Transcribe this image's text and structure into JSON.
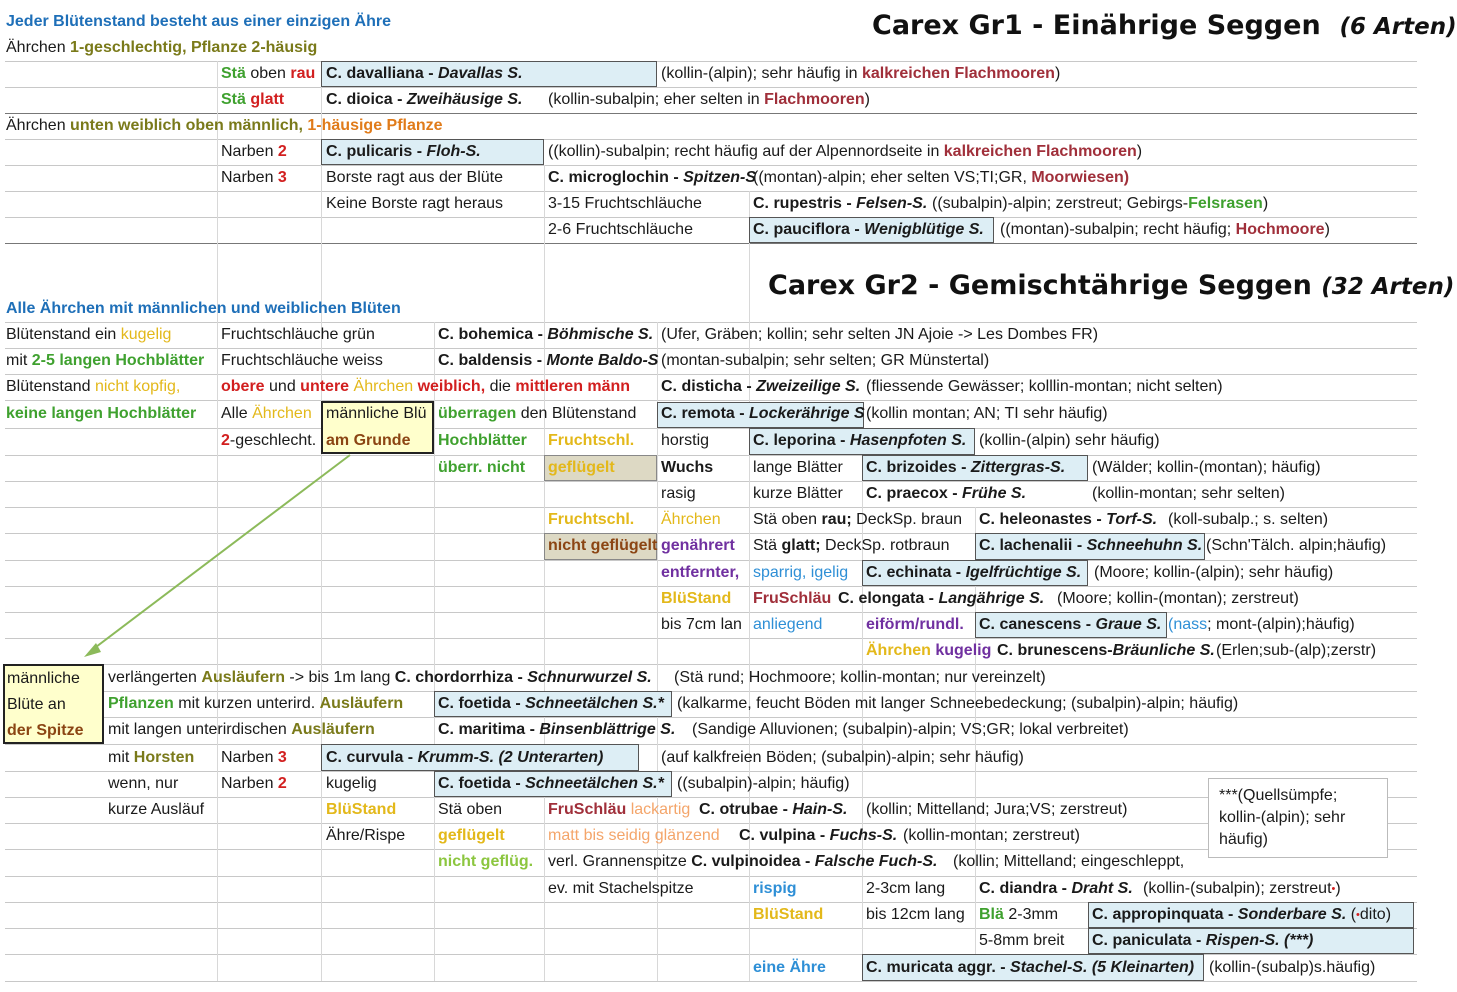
{
  "gr1": {
    "title": "Carex Gr1 - Einährige Seggen",
    "title_count": "(6 Arten)",
    "intro": "Jeder Blütenstand besteht aus einer einzigen Ähre",
    "row1_a": "Ährchen ",
    "row1_b": "1-geschlechtig, Pflanze 2-häusig",
    "r2_a": "Stä",
    "r2_b": " oben ",
    "r2_c": "rau",
    "r2_sp": "C. davalliana - ",
    "r2_spi": "Davallas S.",
    "r2_d1": "(kollin-(alpin); sehr häufig in ",
    "r2_d2": "kalkreichen Flachmooren",
    "r2_d3": ")",
    "r3_a": "Stä ",
    "r3_b": "glatt",
    "r3_sp": "C. dioica - ",
    "r3_spi": "Zweihäusige S.",
    "r3_d1": "(kollin-subalpin; eher selten in ",
    "r3_d2": "Flachmooren",
    "r3_d3": ")",
    "r4_a": "Ährchen ",
    "r4_b": "unten weiblich oben männlich, ",
    "r4_c": "1-häusige Pflanze",
    "r5_a": "Narben ",
    "r5_b": "2",
    "r5_sp": "C. pulicaris - ",
    "r5_spi": "Floh-S.",
    "r5_d1": "((kollin)-subalpin; recht häufig auf der Alpennordseite in ",
    "r5_d2": "kalkreichen Flachmooren",
    "r5_d3": ")",
    "r6_a": "Narben ",
    "r6_b": "3",
    "r6_c": "Borste ragt aus der Blüte",
    "r6_sp": "C. microglochin - ",
    "r6_spi": "Spitzen-S",
    "r6_d1": "((montan)-alpin; eher selten VS;TI;GR, ",
    "r6_d2": "Moorwiesen)",
    "r7_c": "Keine Borste ragt heraus",
    "r7_d": "3-15 Fruchtschläuche",
    "r7_sp": "C. rupestris - ",
    "r7_spi": "Felsen-S.",
    "r7_e1": "((subalpin)-alpin; zerstreut; Gebirgs-",
    "r7_e2": "Felsrasen",
    "r7_e3": ")",
    "r8_d": "2-6 Fruchtschläuche",
    "r8_sp": "C. pauciflora - ",
    "r8_spi": "Wenigblütige S.",
    "r8_e1": "((montan)-subalpin; recht häufig; ",
    "r8_e2": "Hochmoore",
    "r8_e3": ")"
  },
  "gr2": {
    "title": "Carex Gr2 - Gemischtährige Seggen",
    "title_count": "(32 Arten)",
    "intro": "Alle Ährchen mit männlichen und weiblichen Blüten",
    "a1": "Blütenstand ein ",
    "a1b": "kugelig",
    "a1c": "Fruchtschläuche grün",
    "a1sp": "C. bohemica - ",
    "a1spi": "Böhmische S.",
    "a1d": "(Ufer, Gräben; kollin; sehr selten JN Ajoie -> Les Dombes FR)",
    "a2": "mit ",
    "a2b": "2-5 langen Hochblätter",
    "a2c": "Fruchtschläuche weiss",
    "a2sp": "C. baldensis - ",
    "a2spi": "Monte Baldo-S",
    "a2d": "(montan-subalpin; sehr selten; GR Münstertal)",
    "a3": "Blütenstand ",
    "a3b": "nicht kopfig,",
    "a3c": "obere",
    "a3d": " und ",
    "a3e": "untere",
    "a3f": " Ährchen",
    "a3g": " weiblich,",
    "a3h": " die ",
    "a3i": "mittleren männ",
    "a3sp": "C. disticha - ",
    "a3spi": "Zweizeilige S.",
    "a3j": "(fliessende Gewässer; kolllin-montan; nicht selten)",
    "a4": "keine langen Hochblätter",
    "a4b": "Alle ",
    "a4c": "Ährchen",
    "a4d": "männliche Blü",
    "a4e": "überragen",
    "a4f": " den Blütenstand",
    "a4sp": "C. remota - ",
    "a4spi": "Lockerährige S",
    "a4g": "(kollin montan; AN; TI sehr häufig)",
    "a5": "2",
    "a5b": "-geschlecht.",
    "a5c": "am Grunde",
    "a5d": "Hochblätter",
    "a5e": "Fruchtschl.",
    "a5f": "horstig",
    "a5sp": "C. leporina - ",
    "a5spi": "Hasenpfoten S.",
    "a5g": "(kollin-(alpin) sehr häufig)",
    "a6": "überr. nicht",
    "a6b": "geflügelt",
    "a6c": "Wuchs",
    "a6d": "lange Blätter",
    "a6sp": "C. brizoides - ",
    "a6spi": "Zittergras-S.",
    "a6e": "(Wälder; kollin-(montan); häufig)",
    "a7": "rasig",
    "a7b": "kurze Blätter",
    "a7sp": "C. praecox - ",
    "a7spi": "Frühe S.",
    "a7c": "(kollin-montan; sehr selten)",
    "a8": "Fruchtschl.",
    "a8b": "Ährchen",
    "a8c": "Stä oben ",
    "a8d": "rau;",
    "a8e": " DeckSp. braun",
    "a8sp": "C. heleonastes - ",
    "a8spi": "Torf-S.",
    "a8f": "(koll-subalp.; s. selten)",
    "a9": "nicht geflügelt",
    "a9b": "genährert",
    "a9c": "Stä ",
    "a9d": "glatt;",
    "a9e": " DeckSp. rotbraun",
    "a9sp": "C. lachenalii - ",
    "a9spi": "Schneehuhn S.",
    "a9f": "(Schn'Tälch. alpin;häufig)",
    "a10": "entfernter,",
    "a10b": "sparrig, igelig",
    "a10sp": "C. echinata - ",
    "a10spi": "Igelfrüchtige S.",
    "a10c": "(Moore; kollin-(alpin); sehr häufig)",
    "a11": "BlüStand",
    "a11b": "FruSchläu",
    "a11sp": "C. elongata - ",
    "a11spi": "Langährige S.",
    "a11c": "(Moore; kollin-(montan); zerstreut)",
    "a12": "bis 7cm lan",
    "a12b": "anliegend",
    "a12c": "eiförm/rundl.",
    "a12sp": "C. canescens - ",
    "a12spi": "Graue S.",
    "a12d": "(nass",
    "a12e": "; mont-(alpin);häufig)",
    "a13": "Ährchen ",
    "a13b": "kugelig",
    "a13sp": "C. brunescens-",
    "a13spi": "Bräunliche S.",
    "a13c": "(Erlen;sub-(alp);zerstr)",
    "m1": "männliche",
    "m2": "Blüte an",
    "m3": "der Spitze",
    "b1": "verlängerten ",
    "b1b": "Ausläufern",
    "b1c": " -> bis 1m lang ",
    "b1sp": "C. chordorrhiza - ",
    "b1spi": "Schnurwurzel S.",
    "b1d": "(Stä rund; Hochmoore; kollin-montan; nur vereinzelt)",
    "b2": "Pflanzen",
    "b2b": " mit kurzen unterird. ",
    "b2c": "Ausläufern",
    "b2sp": "C. foetida - ",
    "b2spi": "Schneetälchen S.*",
    "b2d": "(kalkarme, feucht Böden mit langer Schneebedeckung; (subalpin)-alpin; häufig)",
    "b3": "mit langen unterirdischen ",
    "b3b": "Ausläufern",
    "b3sp": "C. maritima - ",
    "b3spi": "Binsenblättrige S.",
    "b3c": "(Sandige Alluvionen; (subalpin)-alpin; VS;GR; lokal verbreitet)",
    "b4": "mit ",
    "b4b": "Horsten",
    "b4c": "Narben ",
    "b4d": "3",
    "b4sp": "C. curvula - ",
    "b4spi": "Krumm-S. (2 Unterarten)",
    "b4e": "(auf kalkfreien Böden; (subalpin)-alpin; sehr häufig)",
    "b5": "wenn, nur",
    "b5b": "Narben ",
    "b5c": "2",
    "b5d": "kugelig",
    "b5sp": "C. foetida - ",
    "b5spi": "Schneetälchen S.*",
    "b5e": "((subalpin)-alpin; häufig)",
    "b6": "kurze Ausläuf",
    "b6b": "BlüStand",
    "b6c": "Stä oben",
    "b6d": "FruSchläu ",
    "b6e": "lackartig",
    "b6sp": "C. otrubae - ",
    "b6spi": "Hain-S.",
    "b6f": "(kollin; Mittelland; Jura;VS; zerstreut)",
    "b7": "Ähre/Rispe",
    "b7b": "geflügelt",
    "b7c": "matt bis seidig glänzend",
    "b7sp": "C. vulpina - ",
    "b7spi": "Fuchs-S.",
    "b7d": "(kollin-montan; zerstreut)",
    "b8": "nicht geflüg.",
    "b8b": "verl. Grannenspitze ",
    "b8sp": "C. vulpinoidea - ",
    "b8spi": "Falsche Fuch-S.",
    "b8c": "(kollin; Mittelland; eingeschleppt,",
    "b9": "ev. mit Stachelspitze",
    "b9b": "rispig",
    "b9c": "2-3cm lang",
    "b9sp": "C. diandra - ",
    "b9spi": "Draht S.",
    "b9d": "(kollin-(subalpin); zerstreut",
    "b9e": ")",
    "b10": "BlüStand",
    "b10b": "bis 12cm lang",
    "b10c": "Blä",
    "b10d": " 2-3mm",
    "b10sp": "C. appropinquata - ",
    "b10spi": "Sonderbare S.",
    "b10e": " (",
    "b10f": "dito)",
    "b11": "5-8mm breit",
    "b11sp": "C. paniculata - ",
    "b11spi": "Rispen-S. (***)",
    "b12": "eine Ähre",
    "b12sp": "C. muricata aggr. - ",
    "b12spi": "Stachel-S. (5 Kleinarten)",
    "b12c": "(kollin-(subalp)s.häufig)",
    "note": "***(Quellsümpfe; kollin-(alpin); sehr häufig)",
    "marker": "•"
  },
  "colors": {
    "blue_cell": "#ddeef5",
    "khaki_cell": "#ddd9c4",
    "yellow_cell": "#ffffcc",
    "arrow": "#8cba5a"
  }
}
